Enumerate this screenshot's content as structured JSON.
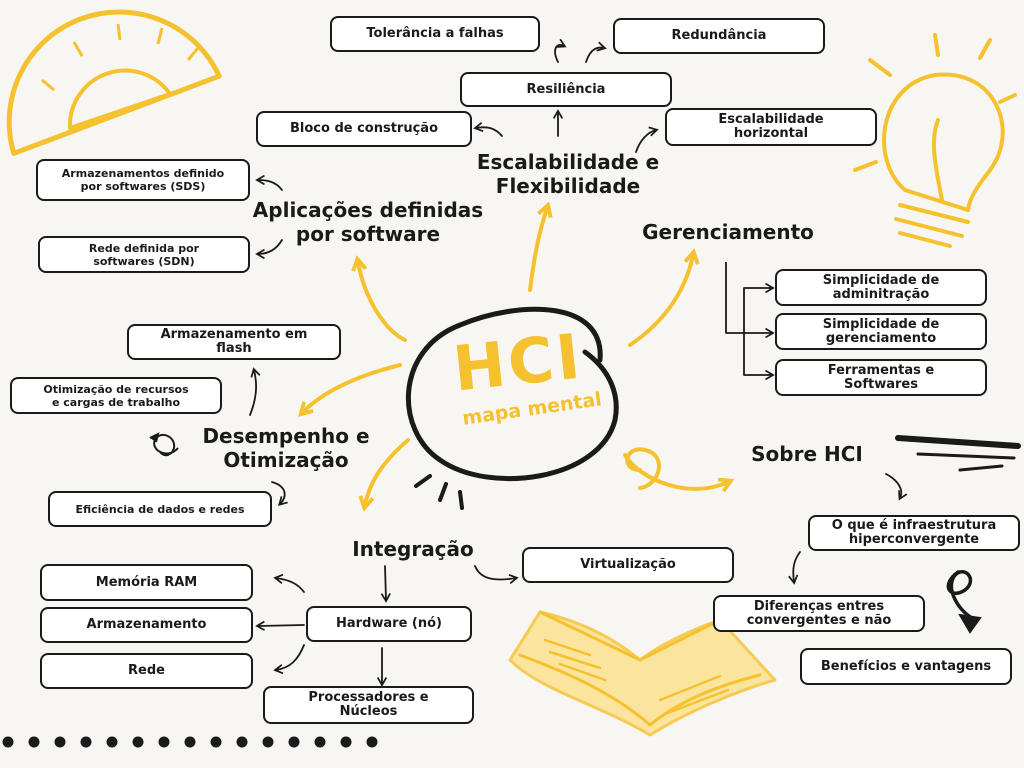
{
  "center": {
    "title": "HCI",
    "subtitle": "mapa mental"
  },
  "headings": {
    "escalabilidade": "Escalabilidade e\nFlexibilidade",
    "aplicacoes": "Aplicações definidas\npor software",
    "gerenciamento": "Gerenciamento",
    "desempenho": "Desempenho e\nOtimização",
    "integracao": "Integração",
    "sobre": "Sobre HCI"
  },
  "boxes": {
    "tolerancia": "Tolerância a falhas",
    "redundancia": "Redundância",
    "resiliencia": "Resiliência",
    "bloco": "Bloco de construção",
    "escalabilidade_horizontal": "Escalabilidade\nhorizontal",
    "sds": "Armazenamentos definido\npor softwares (SDS)",
    "sdn": "Rede definida por\nsoftwares (SDN)",
    "simplicidade_admin": "Simplicidade de\nadminitração",
    "simplicidade_ger": "Simplicidade de\ngerenciamento",
    "ferramentas": "Ferramentas e\nSoftwares",
    "flash": "Armazenamento em\nflash",
    "otimizacao": "Otimização de recursos\ne cargas de trabalho",
    "eficiencia": "Eficiência de dados e redes",
    "memoria": "Memória RAM",
    "armazenamento": "Armazenamento",
    "rede": "Rede",
    "hardware": "Hardware (nó)",
    "processadores": "Processadores e\nNúcleos",
    "virtualizacao": "Virtualização",
    "o_que_e": "O que é infraestrutura\nhiperconvergente",
    "diferencas": "Diferenças entres\nconvergentes e não",
    "beneficios": "Benefícios e vantagens"
  },
  "colors": {
    "accent": "#f5c12e",
    "ink": "#1a1a1a",
    "paper": "#f7f6f2"
  },
  "icons": [
    "protractor-icon",
    "light-bulb-icon",
    "open-book-icon"
  ]
}
